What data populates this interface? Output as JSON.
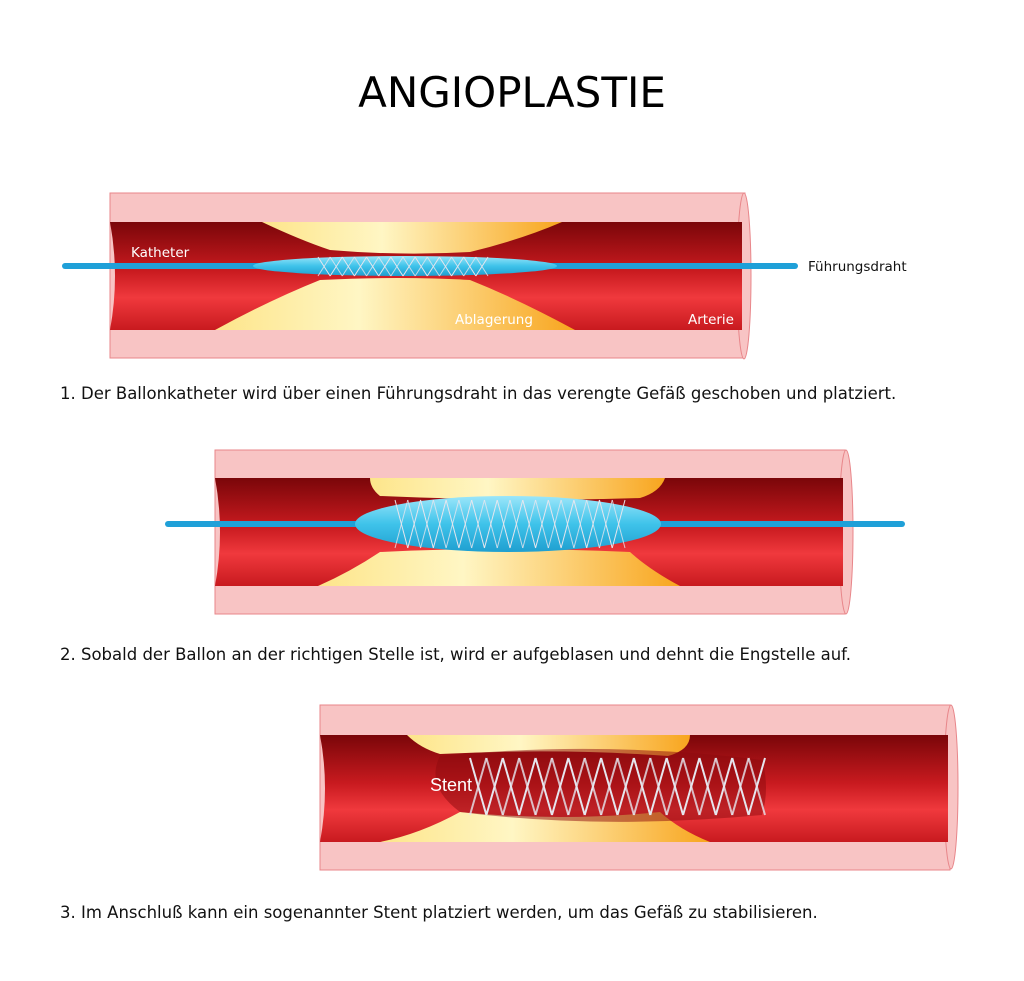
{
  "title": "ANGIOPLASTIE",
  "colors": {
    "wall": "#f8c4c4",
    "wall_edge": "#e8868a",
    "lumen_dark": "#8c0a0e",
    "lumen_light": "#ee3a3e",
    "plaque_light": "#fff3b0",
    "plaque": "#f9a825",
    "balloon": "#3fc3ea",
    "wire": "#1fa0d8",
    "stent": "#e6e6ee"
  },
  "steps": [
    {
      "caption": "1. Der Ballonkatheter wird über einen Führungsdraht in das verengte Gefäß geschoben und platziert.",
      "labels": {
        "catheter": "Katheter",
        "guidewire": "Führungsdraht",
        "plaque": "Ablagerung",
        "artery": "Arterie"
      }
    },
    {
      "caption": "2. Sobald der Ballon an der richtigen Stelle ist, wird er aufgeblasen und dehnt die Engstelle auf."
    },
    {
      "caption": "3. Im Anschluß kann ein sogenannter Stent platziert werden, um das Gefäß zu stabilisieren.",
      "labels": {
        "stent": "Stent"
      }
    }
  ]
}
